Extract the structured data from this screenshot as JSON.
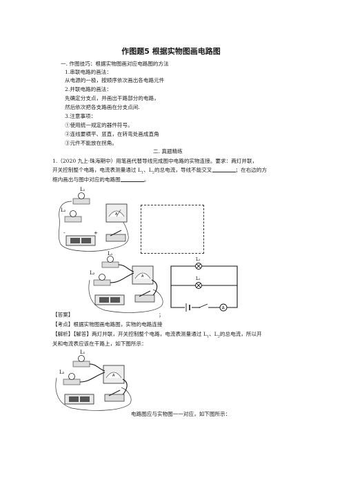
{
  "title": "作图题5 根据实物图画电路图",
  "section1": {
    "heading": "一. 作图技巧：根据实物图画对应电路图的方法",
    "items": [
      "1.串联电路的画法：",
      "从电源的一极，按顺序依次画出各电路元件",
      "2.并联电路的画法：",
      "先确定分支点，并画出干路部分的电路，",
      "然后依次把各支路画在分支点间.",
      "3.注意事项：",
      "①使用统一规定的器件符号。",
      "②连线要横平、竖直，在转弯处画成直角",
      "③元件不能放在拐角。"
    ]
  },
  "section2": {
    "heading": "二. 真题精练"
  },
  "question": {
    "line1": "1.（2020 九上·珠海期中）用笔画代替导线完成图中电路的实物连接。要求：两灯并联，",
    "line2a": "开关控制整个电路，电流表测量通过 L",
    "line2b": "、L",
    "line2c": "的总电流，导线不能交叉",
    "line2d": "；在右边的方",
    "line3a": "框内画出与图中对应的电路图",
    "line3b": "。"
  },
  "labels": {
    "L1": "L₁",
    "L2": "L₂",
    "ammeter": "A",
    "minus": "-",
    "plus": "+",
    "sch_L1": "L₁",
    "sch_L2": "L₂",
    "sch_A": "A"
  },
  "answer": {
    "label": "【答案】",
    "semicolon": "；",
    "kaodian": "【考点】根据实物图画电路图，实物的电路连接",
    "jiexi1a": "【解析】【解答】两灯并联，开关控制整个电路，电流表测量通过 L",
    "jiexi1b": "、L",
    "jiexi1c": "的总电流，所以开",
    "jiexi2": "关和电流表应该在干路上，如下图所示：",
    "last": "电路图应与实物图一一对应，如下图所示："
  },
  "subscripts": {
    "one": "1",
    "two": "2"
  }
}
